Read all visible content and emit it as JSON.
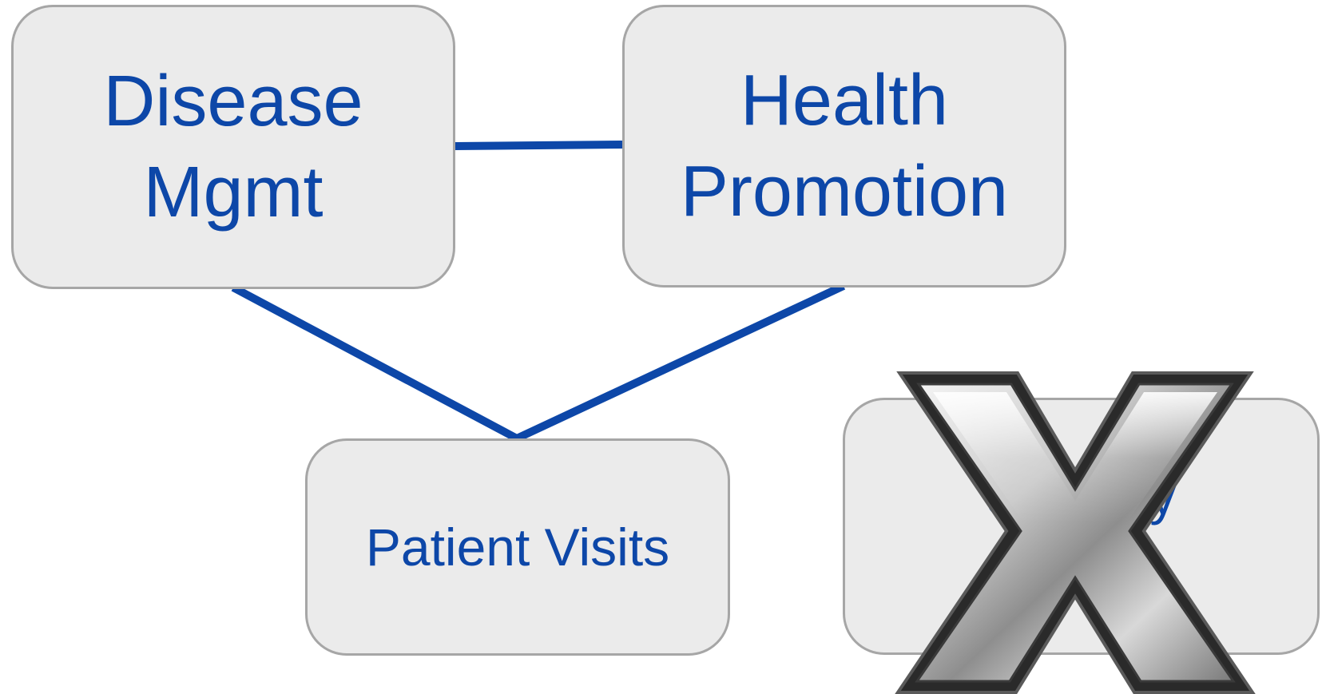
{
  "nodes": {
    "disease_mgmt": {
      "line1": "Disease",
      "line2": "Mgmt"
    },
    "health_promotion": {
      "line1": "Health",
      "line2": "Promotion"
    },
    "patient_visits": {
      "label": "Patient Visits"
    },
    "crossed_out": {
      "visible_fragment": "3y"
    }
  },
  "colors": {
    "text_blue": "#0d47a8",
    "connector_blue": "#0d47a8",
    "box_fill": "#ebebeb",
    "box_border": "#a6a6a6"
  },
  "icons": {
    "overlay": "crossed-out-x-icon"
  }
}
